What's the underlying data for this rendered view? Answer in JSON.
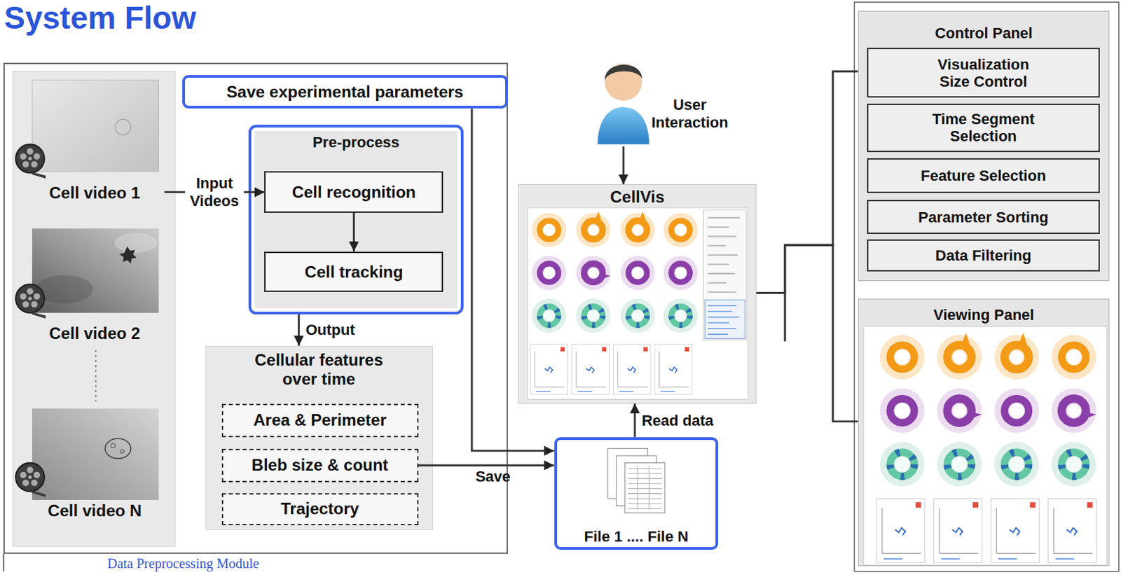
{
  "diagram": {
    "title": "System Flow",
    "nodes": [
      {
        "text": [
          "Data Preprocessing Module"
        ]
      },
      {
        "text": [
          "Cell video 1"
        ],
        "in": 0
      },
      {
        "text": [
          "Cell video 2"
        ],
        "in": 0
      },
      {
        "text": [
          "Cell video N"
        ],
        "in": 0
      },
      {
        "text": [
          "Save experimental parameters"
        ],
        "in": 0
      },
      {
        "text": [
          "Pre-process"
        ],
        "in": 0
      },
      {
        "text": [
          "Cell recognition"
        ],
        "in": 5
      },
      {
        "text": [
          "Cell tracking"
        ],
        "in": 5
      },
      {
        "text": [
          "Cellular features over time"
        ],
        "in": 0
      },
      {
        "text": [
          "Area & Perimeter"
        ],
        "in": 8
      },
      {
        "text": [
          "Bleb size & count"
        ],
        "in": 8
      },
      {
        "text": [
          "Trajectory"
        ],
        "in": 8
      },
      {
        "text": [
          "User Interaction"
        ]
      },
      {
        "text": [
          "CellVis"
        ]
      },
      {
        "text": [
          "File 1 .... File N"
        ]
      },
      {
        "text": [
          "Control Panel"
        ]
      },
      {
        "text": [
          "Visualization Size Control"
        ],
        "in": 15
      },
      {
        "text": [
          "Time Segment Selection"
        ],
        "in": 15
      },
      {
        "text": [
          "Feature Selection"
        ],
        "in": 15
      },
      {
        "text": [
          "Parameter Sorting"
        ],
        "in": 15
      },
      {
        "text": [
          "Data Filtering"
        ],
        "in": 15
      },
      {
        "text": [
          "Viewing Panel"
        ]
      }
    ],
    "edges": [
      {
        "from": 1,
        "to": 6,
        "label": "Input Videos",
        "arrow": "to"
      },
      {
        "from": 6,
        "to": 7,
        "arrow": "to"
      },
      {
        "from": 5,
        "to": 8,
        "label": "Output",
        "arrow": "to"
      },
      {
        "from": 4,
        "to": 14,
        "arrow": "to"
      },
      {
        "from": 10,
        "to": 14,
        "label": "Save",
        "arrow": "to"
      },
      {
        "from": 14,
        "to": 13,
        "label": "Read data",
        "arrow": "to"
      },
      {
        "from": 12,
        "to": 13,
        "arrow": "to"
      },
      {
        "from": 13,
        "to": 15,
        "arrow": "none"
      },
      {
        "from": 13,
        "to": 21,
        "arrow": "none"
      }
    ]
  }
}
